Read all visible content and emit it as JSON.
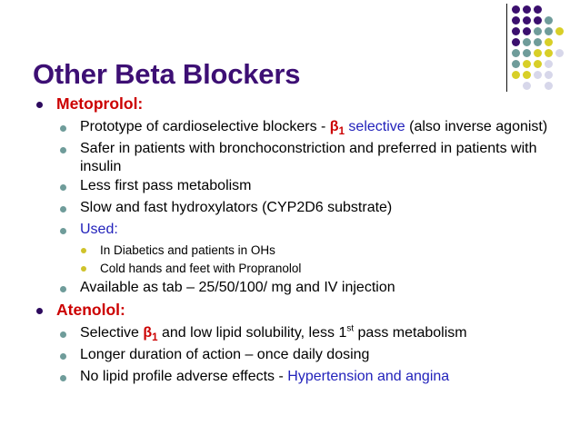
{
  "slide": {
    "title": "Other Beta Blockers",
    "title_color": "#3d0f74",
    "background": "#ffffff"
  },
  "logo": {
    "name": "dot-grid-decoration",
    "rule_color": "#111111",
    "palette": {
      "purple": "#3b0f6e",
      "teal": "#6f9c9a",
      "yellow": "#d8cf27",
      "lavender": "#d7d7ea"
    },
    "grid": {
      "rows": 8,
      "cols": 5,
      "cell": 12,
      "cells": [
        [
          "purple",
          "purple",
          "purple",
          null,
          null
        ],
        [
          "purple",
          "purple",
          "purple",
          "teal",
          null
        ],
        [
          "purple",
          "purple",
          "teal",
          "teal",
          "yellow"
        ],
        [
          "purple",
          "teal",
          "teal",
          "yellow",
          null
        ],
        [
          "teal",
          "teal",
          "yellow",
          "yellow",
          "lavender"
        ],
        [
          "teal",
          "yellow",
          "yellow",
          "lavender",
          null
        ],
        [
          "yellow",
          "yellow",
          "lavender",
          "lavender",
          null
        ],
        [
          null,
          "lavender",
          null,
          "lavender",
          null
        ]
      ]
    }
  },
  "outline": {
    "items": [
      {
        "level": 1,
        "name": "bullet-metoprolol",
        "text": "Metoprolol:",
        "style": "heading-red"
      },
      {
        "level": 2,
        "name": "bullet-prototype-cardioselective",
        "text": "Prototype of cardioselective blockers - β1 selective (also inverse agonist)",
        "parts": [
          {
            "t": "Prototype of cardioselective blockers - ",
            "c": "black"
          },
          {
            "t": "β",
            "c": "red-bold"
          },
          {
            "t": "1",
            "c": "red-bold-sub"
          },
          {
            "t": " ",
            "c": "black"
          },
          {
            "t": "selective",
            "c": "blue"
          },
          {
            "t": " (also inverse agonist)",
            "c": "black"
          }
        ]
      },
      {
        "level": 2,
        "name": "bullet-safer-bronchoconstriction",
        "text": "Safer in patients with bronchoconstriction and preferred in patients with insulin",
        "parts": [
          {
            "t": "Safer in patients with bronchoconstriction and preferred in patients with insulin",
            "c": "black"
          }
        ]
      },
      {
        "level": 2,
        "name": "bullet-less-first-pass",
        "text": "Less first pass metabolism",
        "parts": [
          {
            "t": "Less first pass metabolism",
            "c": "black"
          }
        ]
      },
      {
        "level": 2,
        "name": "bullet-hydroxylators",
        "text": "Slow and fast hydroxylators (CYP2D6 substrate)",
        "parts": [
          {
            "t": "Slow and fast hydroxylators (CYP2D6 substrate)",
            "c": "black"
          }
        ]
      },
      {
        "level": 2,
        "name": "bullet-used",
        "text": "Used:",
        "parts": [
          {
            "t": "Used:",
            "c": "blue"
          }
        ]
      },
      {
        "level": 3,
        "name": "bullet-in-diabetics",
        "text": "In Diabetics and patients in OHs",
        "parts": [
          {
            "t": "In Diabetics and patients in OHs",
            "c": "black"
          }
        ]
      },
      {
        "level": 3,
        "name": "bullet-cold-hands-feet",
        "text": "Cold hands and feet with Propranolol",
        "parts": [
          {
            "t": "Cold hands and feet with Propranolol",
            "c": "black"
          }
        ]
      },
      {
        "level": 2,
        "name": "bullet-available-as-tab",
        "text": "Available as tab – 25/50/100/ mg and IV injection",
        "parts": [
          {
            "t": "Available as tab – 25/50/100/ mg and IV injection",
            "c": "black"
          }
        ]
      },
      {
        "level": 1,
        "name": "bullet-atenolol",
        "text": "Atenolol:",
        "style": "heading-red"
      },
      {
        "level": 2,
        "name": "bullet-selective-beta1",
        "text": "Selective β1 and low lipid solubility, less 1st pass metabolism",
        "parts": [
          {
            "t": "Selective ",
            "c": "black"
          },
          {
            "t": "β",
            "c": "red-bold"
          },
          {
            "t": "1",
            "c": "red-bold-sub"
          },
          {
            "t": " and low lipid solubility, less 1",
            "c": "black"
          },
          {
            "t": "st",
            "c": "black-sup"
          },
          {
            "t": " pass metabolism",
            "c": "black"
          }
        ]
      },
      {
        "level": 2,
        "name": "bullet-longer-duration",
        "text": "Longer duration of action – once daily dosing",
        "parts": [
          {
            "t": "Longer duration of action – once daily dosing",
            "c": "black"
          }
        ]
      },
      {
        "level": 2,
        "name": "bullet-no-lipid-profile",
        "text": "No lipid profile adverse effects  - Hypertension and angina",
        "parts": [
          {
            "t": "No lipid profile adverse effects  - ",
            "c": "black"
          },
          {
            "t": "Hypertension and angina",
            "c": "blue"
          }
        ]
      }
    ]
  }
}
